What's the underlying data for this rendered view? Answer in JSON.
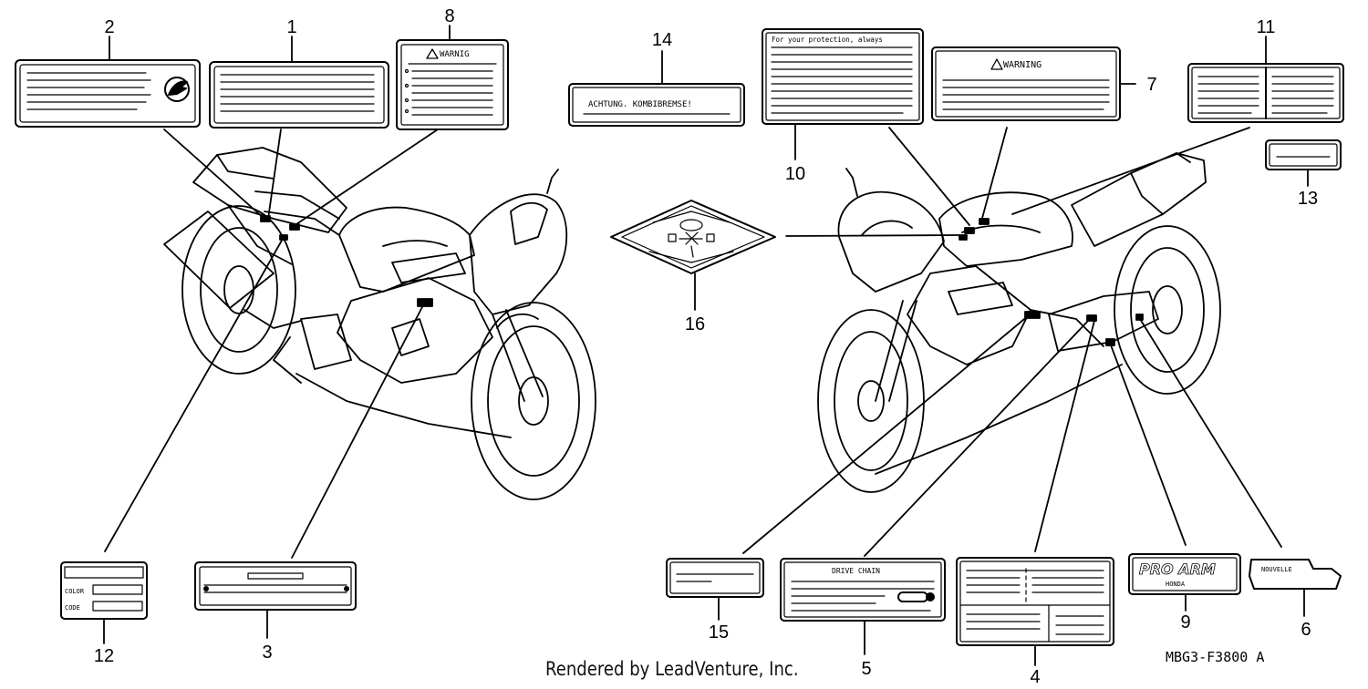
{
  "callouts": [
    "1",
    "2",
    "3",
    "4",
    "5",
    "6",
    "7",
    "8",
    "9",
    "10",
    "11",
    "12",
    "13",
    "14",
    "15",
    "16"
  ],
  "labels": {
    "warning_de": "WARNIG",
    "warning_en": "WARNING",
    "achtung": "ACHTUNG. KOMBIBREMSE!",
    "protection": "For your protection, always",
    "color": "COLOR",
    "code": "CODE",
    "drive_chain": "DRIVE CHAIN",
    "pro_arm": "PRO ARM",
    "honda": "HONDA",
    "nouvelle": "NOUVELLE"
  },
  "footer": {
    "credit": "Rendered by LeadVenture, Inc.",
    "diagram_code": "MBG3-F3800 A"
  },
  "icons": [
    "honda-wing-logo-icon",
    "warning-triangle-icon",
    "key-icon",
    "motorcycle-left-view",
    "motorcycle-right-view"
  ]
}
